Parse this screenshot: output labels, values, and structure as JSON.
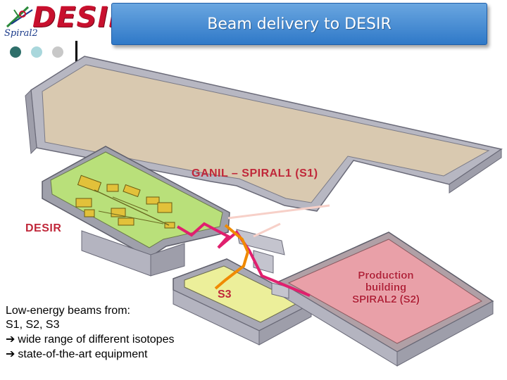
{
  "logo": {
    "text": "DESIR",
    "subtext": "Spiral2"
  },
  "title": "Beam delivery to DESIR",
  "labels": {
    "ganil": "GANIL – SPIRAL1 (S1)",
    "desir": "DESIR",
    "s3": "S3",
    "production_line1": "Production",
    "production_line2": "building",
    "production_line3": "SPIRAL2 (S2)"
  },
  "notes": {
    "line1": "Low-energy beams from:",
    "line2": "S1, S2, S3",
    "line3": "wide range of different isotopes",
    "line4": "state-of-the-art equipment",
    "arrow_glyph": "➔"
  },
  "colors": {
    "title_bg": "#3b82cf",
    "logo_red": "#c8102e",
    "ganil_hall": "#d9c9b0",
    "desir_hall": "#b9e07a",
    "s3_hall": "#ecef9a",
    "production_hall": "#e9a0a8",
    "beamline_pink": "#e0206e",
    "beamline_orange": "#f08a00",
    "label_red": "#c0283a"
  },
  "dots": [
    {
      "color": "#2e6f6a"
    },
    {
      "color": "#a9d7dc"
    },
    {
      "color": "#c8c8c8"
    }
  ]
}
